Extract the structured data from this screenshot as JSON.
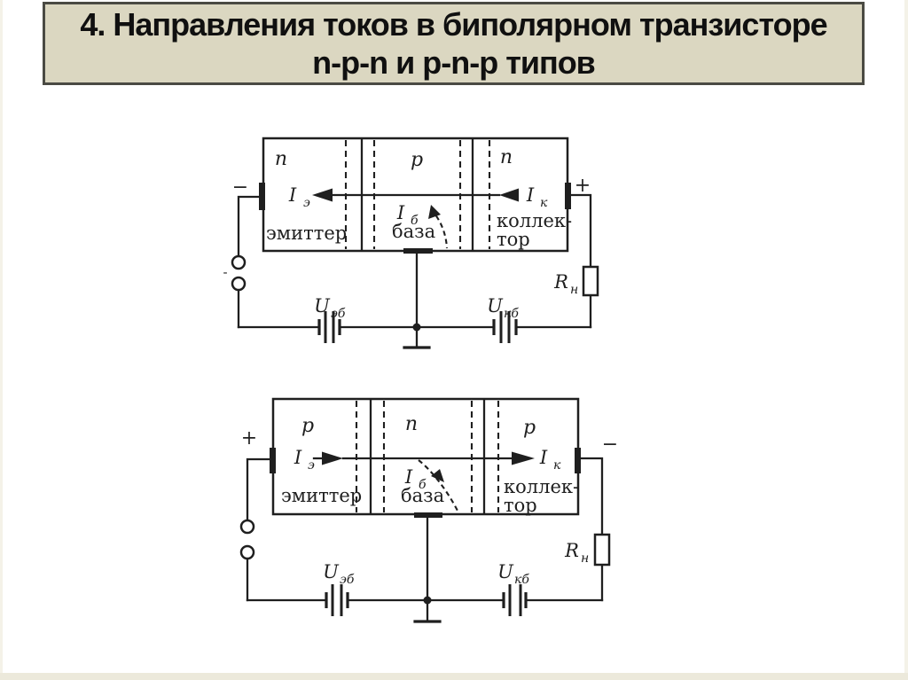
{
  "slide": {
    "title_line1": "4. Направления токов в биполярном транзисторе",
    "title_line2": "n-p-n и p-n-p типов"
  },
  "colors": {
    "slide_bg": "#ffffff",
    "title_bg": "#dbd7c1",
    "title_border": "#4a4a43",
    "ink": "#1f1f1f",
    "edge_strip": "#ece9db"
  },
  "npn": {
    "region_left": "n",
    "region_mid": "p",
    "region_right": "n",
    "label_emitter": "эмиттер",
    "label_base": "база",
    "label_collector_1": "коллек-",
    "label_collector_2": "тор",
    "i_emitter_sym": "I",
    "i_emitter_sub": "э",
    "i_collector_sym": "I",
    "i_collector_sub": "к",
    "i_base_sym": "I",
    "i_base_sub": "б",
    "u_eb_sym": "U",
    "u_eb_sub": "эб",
    "u_kb_sym": "U",
    "u_kb_sub": "кб",
    "r_load_sym": "R",
    "r_load_sub": "н",
    "left_terminal_polarity": "−",
    "right_terminal_polarity": "+",
    "source_minus": "-"
  },
  "pnp": {
    "region_left": "p",
    "region_mid": "n",
    "region_right": "p",
    "label_emitter": "эмиттер",
    "label_base": "база",
    "label_collector_1": "коллек-",
    "label_collector_2": "тор",
    "i_emitter_sym": "I",
    "i_emitter_sub": "э",
    "i_collector_sym": "I",
    "i_collector_sub": "к",
    "i_base_sym": "I",
    "i_base_sub": "б",
    "u_eb_sym": "U",
    "u_eb_sub": "эб",
    "u_kb_sym": "U",
    "u_kb_sub": "кб",
    "r_load_sym": "R",
    "r_load_sub": "н",
    "left_terminal_polarity": "+",
    "right_terminal_polarity": "−"
  }
}
